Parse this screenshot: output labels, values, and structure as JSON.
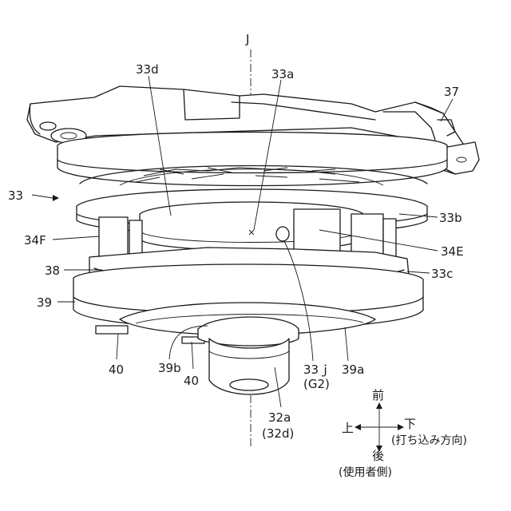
{
  "labels": {
    "axis_j": "J",
    "l33d": "33d",
    "l33a": "33a",
    "l37": "37",
    "l33": "33",
    "l33b": "33b",
    "l34F": "34F",
    "l34E": "34E",
    "l38": "38",
    "l33c": "33c",
    "l39": "39",
    "l40a": "40",
    "l39b": "39b",
    "l40b": "40",
    "l33j": "33ｊ",
    "lG2": "(G2)",
    "l39a": "39a",
    "l32a": "32a",
    "l32d": "(32d)"
  },
  "compass": {
    "front": "前",
    "up": "上",
    "down": "下",
    "down_note": "(打ち込み方向)",
    "rear": "後",
    "rear_note": "(使用者側)"
  }
}
